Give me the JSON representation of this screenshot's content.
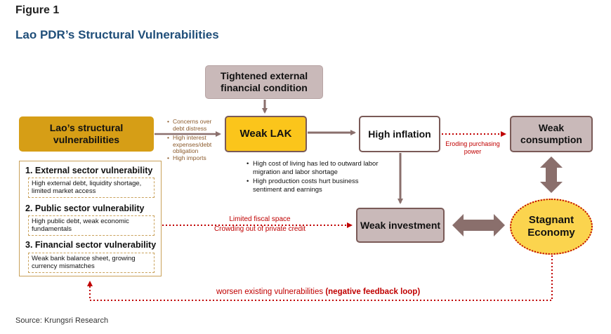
{
  "figure_label": "Figure 1",
  "title": "Lao PDR’s Structural Vulnerabilities",
  "nodes": {
    "structural": "Lao’s structural vulnerabilities",
    "tightened": "Tightened external financial condition",
    "weak_lak": "Weak LAK",
    "high_inflation": "High inflation",
    "weak_consumption": "Weak consumption",
    "weak_investment": "Weak investment",
    "stagnant_economy": "Stagnant Economy"
  },
  "structural_to_lak_notes": [
    "Concerns over debt distress",
    "High interest expenses/debt obligation",
    "High imports"
  ],
  "vulnerabilities": [
    {
      "heading": "1. External sector vulnerability",
      "detail": "High external debt, liquidity shortage, limited market access"
    },
    {
      "heading": "2. Public sector vulnerability",
      "detail": "High public debt, weak economic fundamentals"
    },
    {
      "heading": "3. Financial sector vulnerability",
      "detail": "Weak bank balance sheet, growing currency mismatches"
    }
  ],
  "lak_effects": [
    "High cost of living has led to outward labor migration and labor shortage",
    "High production costs hurt business sentiment and earnings"
  ],
  "inflation_to_consumption": "Eroding purchasing power",
  "fiscal_notes": [
    "Limited fiscal space",
    "Crowding out of private credit"
  ],
  "feedback_loop": {
    "text": "worsen existing vulnerabilities ",
    "bold": "(negative feedback loop)"
  },
  "source": "Source: Krungsri Research",
  "colors": {
    "title_blue": "#1f4e79",
    "gold": "#d69e16",
    "yellow": "#fbc51b",
    "taupe": "#c9b9b9",
    "arrow_brown": "#8a6f6c",
    "dotted_red": "#c00000"
  }
}
